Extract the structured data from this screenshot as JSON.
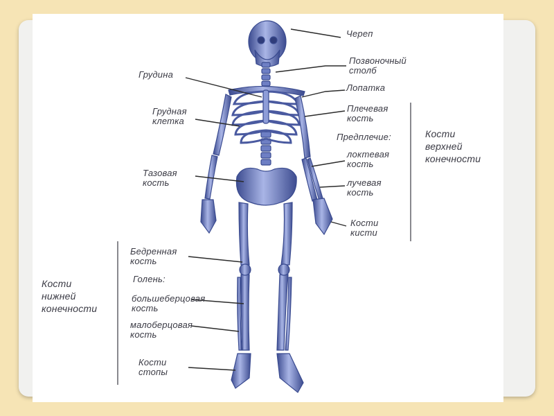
{
  "colors": {
    "page_bg": "#f6e4b5",
    "bone": "#7f8fcf",
    "bone_shadow": "#394a8f",
    "label_text": "#3a3a44",
    "leader_line": "#2b2b2b"
  },
  "labels": {
    "skull": "Череп",
    "spine": "Позвоночный\nстолб",
    "sternum": "Грудина",
    "scapula": "Лопатка",
    "ribcage": "Грудная\nклетка",
    "humerus": "Плечевая\nкость",
    "forearm": "Предплечие:",
    "ulna": "локтевая\nкость",
    "pelvis": "Тазовая\nкость",
    "radius": "лучевая\nкость",
    "hand": "Кости\nкисти",
    "femur": "Бедренная\nкость",
    "shin": "Голень:",
    "tibia": "большеберцовая\nкость",
    "fibula": "малоберцовая\nкость",
    "foot": "Кости\nстопы"
  },
  "groups": {
    "upper_limb": "Кости\nверхней\nконечности",
    "lower_limb": "Кости\nнижней\nконечности"
  }
}
